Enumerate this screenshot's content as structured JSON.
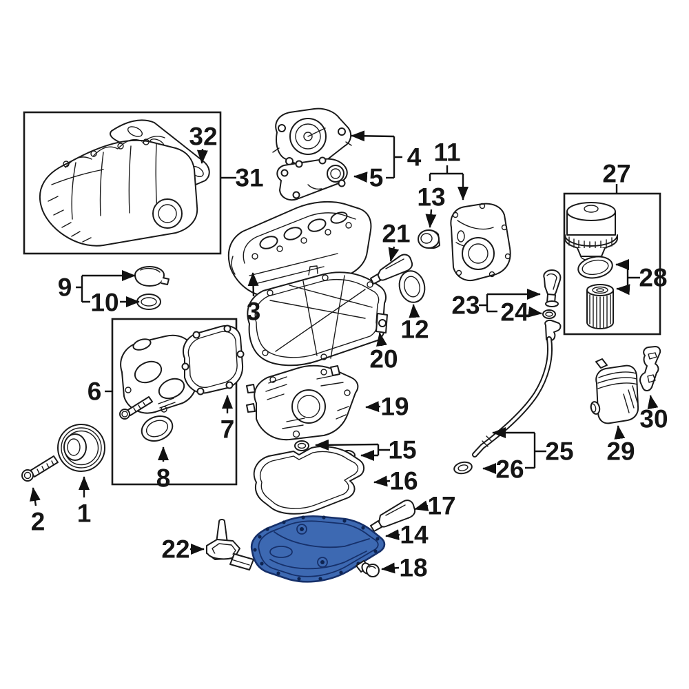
{
  "diagram": {
    "callouts": [
      {
        "label": "1"
      },
      {
        "label": "2"
      },
      {
        "label": "3"
      },
      {
        "label": "4"
      },
      {
        "label": "5"
      },
      {
        "label": "6"
      },
      {
        "label": "7"
      },
      {
        "label": "8"
      },
      {
        "label": "9"
      },
      {
        "label": "10"
      },
      {
        "label": "11"
      },
      {
        "label": "12"
      },
      {
        "label": "13"
      },
      {
        "label": "14"
      },
      {
        "label": "15"
      },
      {
        "label": "16"
      },
      {
        "label": "17"
      },
      {
        "label": "18"
      },
      {
        "label": "19"
      },
      {
        "label": "20"
      },
      {
        "label": "21"
      },
      {
        "label": "22"
      },
      {
        "label": "23"
      },
      {
        "label": "24"
      },
      {
        "label": "25"
      },
      {
        "label": "26"
      },
      {
        "label": "27"
      },
      {
        "label": "28"
      },
      {
        "label": "29"
      },
      {
        "label": "30"
      },
      {
        "label": "31"
      },
      {
        "label": "32"
      }
    ]
  },
  "colors": {
    "line": "#1a1a1a",
    "highlight_fill": "#3d69b2",
    "highlight_stroke": "#16306a",
    "background": "#ffffff"
  }
}
